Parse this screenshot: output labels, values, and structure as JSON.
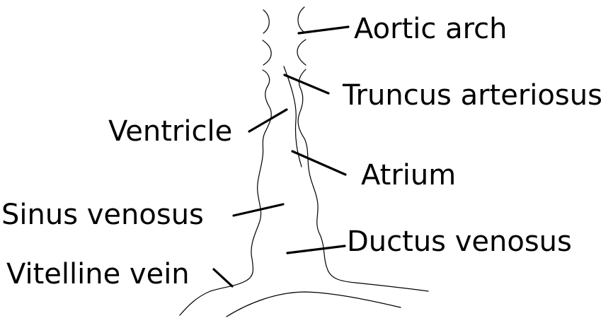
{
  "labels": {
    "aortic_arch": "Aortic arch",
    "truncus_arteriosus": "Truncus arteriosus",
    "ventricle": "Ventricle",
    "atrium": "Atrium",
    "sinus_venosus": "Sinus venosus",
    "ductus_venosus": "Ductus venosus",
    "vitelline_vein": "Vitelline vein"
  }
}
